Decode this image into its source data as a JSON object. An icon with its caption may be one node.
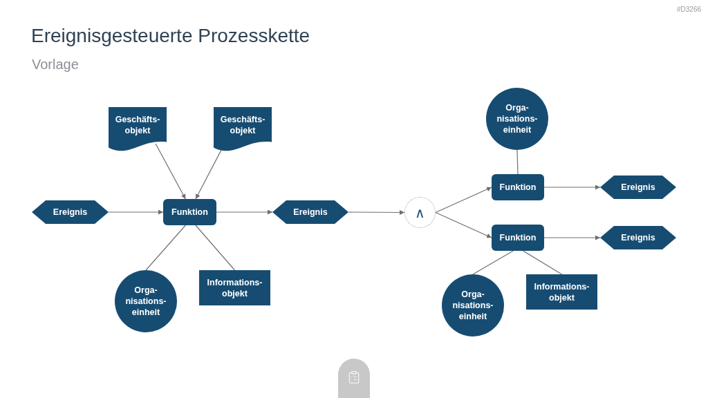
{
  "diagram": {
    "title": "Ereignisgesteuerte Prozesskette",
    "nodes": [
      {
        "text": [
          "Ereignis"
        ]
      },
      {
        "text": [
          "Geschäfts- objekt"
        ]
      },
      {
        "text": [
          "Geschäfts- objekt"
        ]
      },
      {
        "text": [
          "Funktion"
        ]
      },
      {
        "text": [
          "Orga- nisations- einheit"
        ]
      },
      {
        "text": [
          "Informations- objekt"
        ]
      },
      {
        "text": [
          "Ereignis"
        ]
      },
      {
        "text": [
          "∧"
        ]
      },
      {
        "text": [
          "Orga- nisations- einheit"
        ]
      },
      {
        "text": [
          "Funktion"
        ]
      },
      {
        "text": [
          "Ereignis"
        ]
      },
      {
        "text": [
          "Funktion"
        ]
      },
      {
        "text": [
          "Ereignis"
        ]
      },
      {
        "text": [
          "Orga- nisations- einheit"
        ]
      },
      {
        "text": [
          "Informations- objekt"
        ]
      }
    ],
    "edges": [
      {
        "from": 0,
        "to": 3,
        "arrow": "to"
      },
      {
        "from": 1,
        "to": 3,
        "arrow": "to"
      },
      {
        "from": 2,
        "to": 3,
        "arrow": "to"
      },
      {
        "from": 3,
        "to": 6,
        "arrow": "to"
      },
      {
        "from": 3,
        "to": 4,
        "arrow": "none"
      },
      {
        "from": 3,
        "to": 5,
        "arrow": "none"
      },
      {
        "from": 6,
        "to": 7,
        "arrow": "to"
      },
      {
        "from": 7,
        "to": 9,
        "arrow": "to"
      },
      {
        "from": 7,
        "to": 11,
        "arrow": "to"
      },
      {
        "from": 8,
        "to": 9,
        "arrow": "none"
      },
      {
        "from": 9,
        "to": 10,
        "arrow": "to"
      },
      {
        "from": 11,
        "to": 12,
        "arrow": "to"
      },
      {
        "from": 11,
        "to": 13,
        "arrow": "none"
      },
      {
        "from": 11,
        "to": 14,
        "arrow": "none"
      }
    ],
    "labels": [
      "#D3266",
      "Vorlage"
    ]
  }
}
